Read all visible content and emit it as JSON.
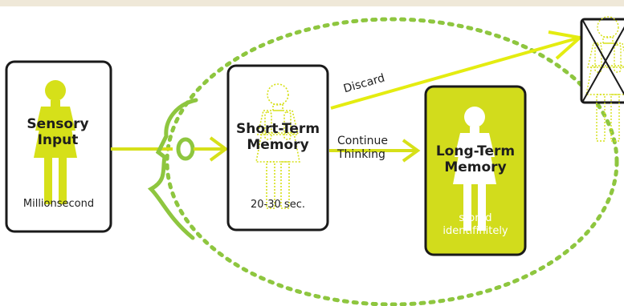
{
  "boxes": {
    "sensory": {
      "title_line1": "Sensory",
      "title_line2": "Input",
      "duration": "Millionsecond"
    },
    "short_term": {
      "title_line1": "Short-Term",
      "title_line2": "Memory",
      "duration": "20-30 sec."
    },
    "long_term": {
      "title_line1": "Long-Term",
      "title_line2": "Memory",
      "note_line1": "stored",
      "note_line2": "identifinitely"
    }
  },
  "arrows": {
    "discard": "Discard",
    "continue_line1": "Continue",
    "continue_line2": "Thinking"
  },
  "colors": {
    "accent": "#d6e019",
    "accent_dark": "#c8d40f",
    "green": "#8ec63f",
    "box_border": "#1a1a1a",
    "ltm_fill": "#d2dc1c",
    "background": "#dfe9f7",
    "paper": "#ffffff"
  },
  "icons": [
    "person-icon",
    "face-profile-icon",
    "crossed-box-icon"
  ]
}
